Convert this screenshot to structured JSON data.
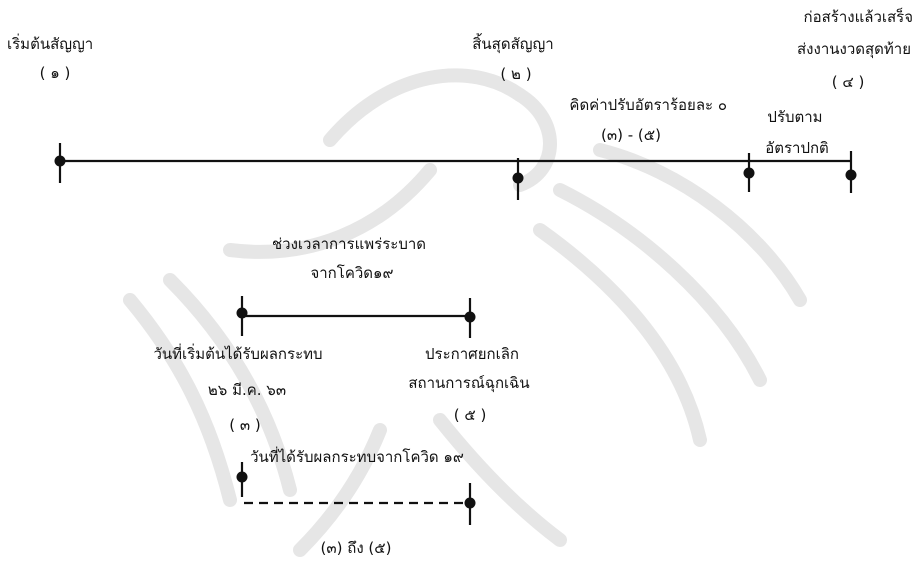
{
  "colors": {
    "ink": "#111111",
    "watermark": "#e8e8e8"
  },
  "watermark_icon": "garuda-emblem-watermark",
  "timeline": {
    "p1_label": "เริ่มต้นสัญญา",
    "p1_num": "( ๑ )",
    "p2_label": "สิ้นสุดสัญญา",
    "p2_num": "( ๒ )",
    "p4_line1": "ก่อสร้างแล้วเสร็จ",
    "p4_line2": "ส่งงานงวดสุดท้าย",
    "p4_num": "( ๔ )",
    "zero_penalty": "คิดค่าปรับอัตราร้อยละ ๐",
    "zero_penalty_range": "(๓) - (๕)",
    "normal_line1": "ปรับตาม",
    "normal_line2": "อัตราปกติ"
  },
  "pandemic": {
    "title_line1": "ช่วงเวลาการแพร่ระบาด",
    "title_line2": "จากโควิด๑๙",
    "start_line1": "วันที่เริ่มต้นได้รับผลกระทบ",
    "start_line2": "๒๖ มี.ค. ๖๓",
    "start_num": "( ๓ )",
    "end_line1": "ประกาศยกเลิก",
    "end_line2": "สถานการณ์ฉุกเฉิน",
    "end_num": "( ๕ )"
  },
  "impact": {
    "title": "วันที่ได้รับผลกระทบจากโควิด ๑๙",
    "range": "(๓) ถึง (๕)"
  }
}
